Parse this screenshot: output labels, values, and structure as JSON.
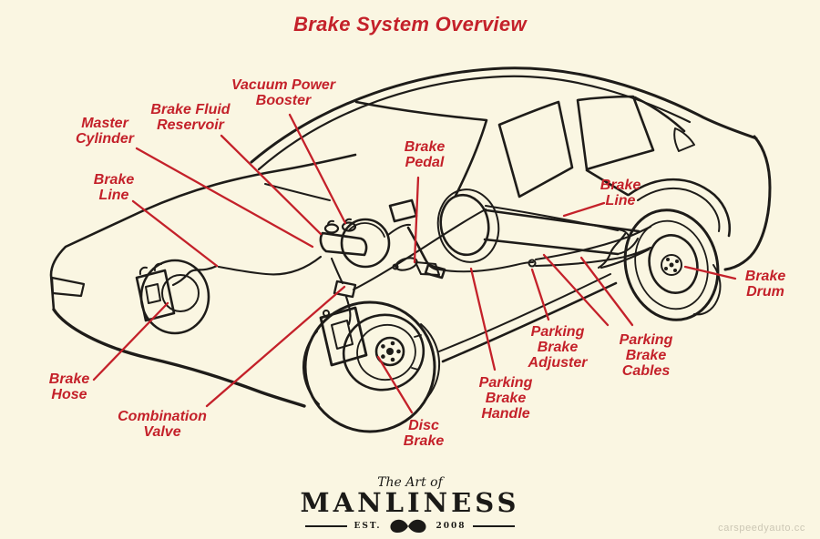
{
  "title": "Brake System Overview",
  "colors": {
    "background": "#FAF6E2",
    "accent_red": "#C4212A",
    "line_ink": "#1E1C19"
  },
  "diagram_subject": "car-brake-system-cutaway-sedan",
  "labels": {
    "master_cylinder": {
      "lines": [
        "Master",
        "Cylinder"
      ]
    },
    "brake_fluid_reservoir": {
      "lines": [
        "Brake Fluid",
        "Reservoir"
      ]
    },
    "vacuum_power_booster": {
      "lines": [
        "Vacuum Power",
        "Booster"
      ]
    },
    "brake_pedal": {
      "lines": [
        "Brake",
        "Pedal"
      ]
    },
    "brake_line_left": {
      "lines": [
        "Brake",
        "Line"
      ]
    },
    "brake_line_right": {
      "lines": [
        "Brake",
        "Line"
      ]
    },
    "brake_drum": {
      "lines": [
        "Brake",
        "Drum"
      ]
    },
    "brake_hose": {
      "lines": [
        "Brake",
        "Hose"
      ]
    },
    "combination_valve": {
      "lines": [
        "Combination",
        "Valve"
      ]
    },
    "disc_brake": {
      "lines": [
        "Disc",
        "Brake"
      ]
    },
    "parking_brake_handle": {
      "lines": [
        "Parking",
        "Brake",
        "Handle"
      ]
    },
    "parking_brake_adjuster": {
      "lines": [
        "Parking",
        "Brake",
        "Adjuster"
      ]
    },
    "parking_brake_cables": {
      "lines": [
        "Parking",
        "Brake",
        "Cables"
      ]
    }
  },
  "logo": {
    "tagline": "The Art of",
    "name": "MANLINESS",
    "est": "EST.",
    "year": "2008",
    "icon": "mustache-icon"
  },
  "watermark": "carspeedyauto.cc"
}
